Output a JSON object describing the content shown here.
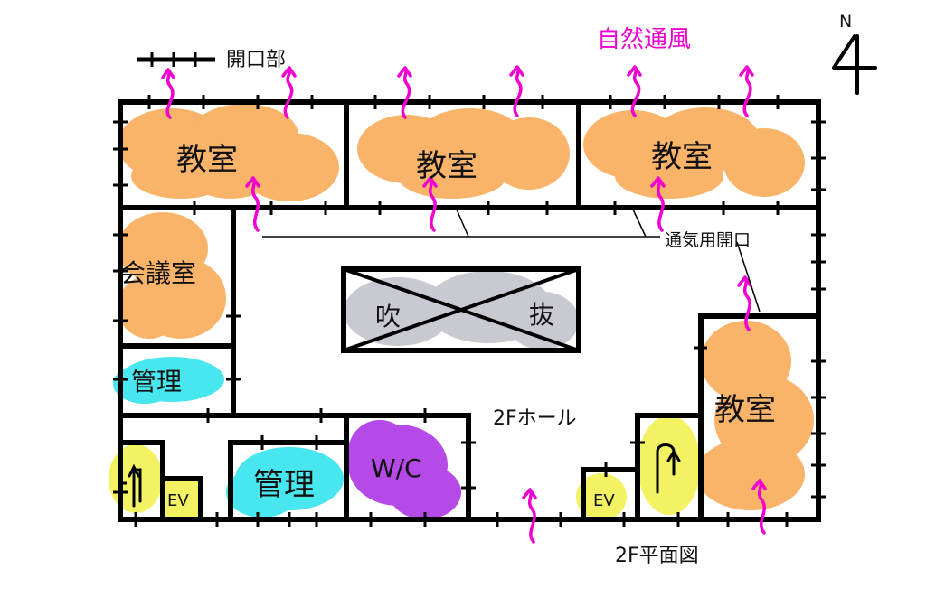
{
  "colors": {
    "classroom": "#f9b46a",
    "meeting": "#f9b46a",
    "admin": "#48e6ee",
    "toilet": "#b64ae8",
    "elevator": "#f2f263",
    "void": "#c9c9d2",
    "ventilation": "#f000d0",
    "wall": "#000000"
  },
  "legend": {
    "opening_label": "開口部",
    "ventilation_label": "自然通風",
    "vent_opening_label": "通気用開口"
  },
  "compass": {
    "north_label": "N"
  },
  "rooms": {
    "classroom_1": "教室",
    "classroom_2": "教室",
    "classroom_3": "教室",
    "classroom_4": "教室",
    "meeting": "会議室",
    "admin_1": "管理",
    "admin_2": "管理",
    "toilet": "W/C",
    "void_left": "吹",
    "void_right": "抜",
    "ev_left": "EV",
    "ev_right": "EV",
    "hall": "2Fホール"
  },
  "title": "2F平面図"
}
